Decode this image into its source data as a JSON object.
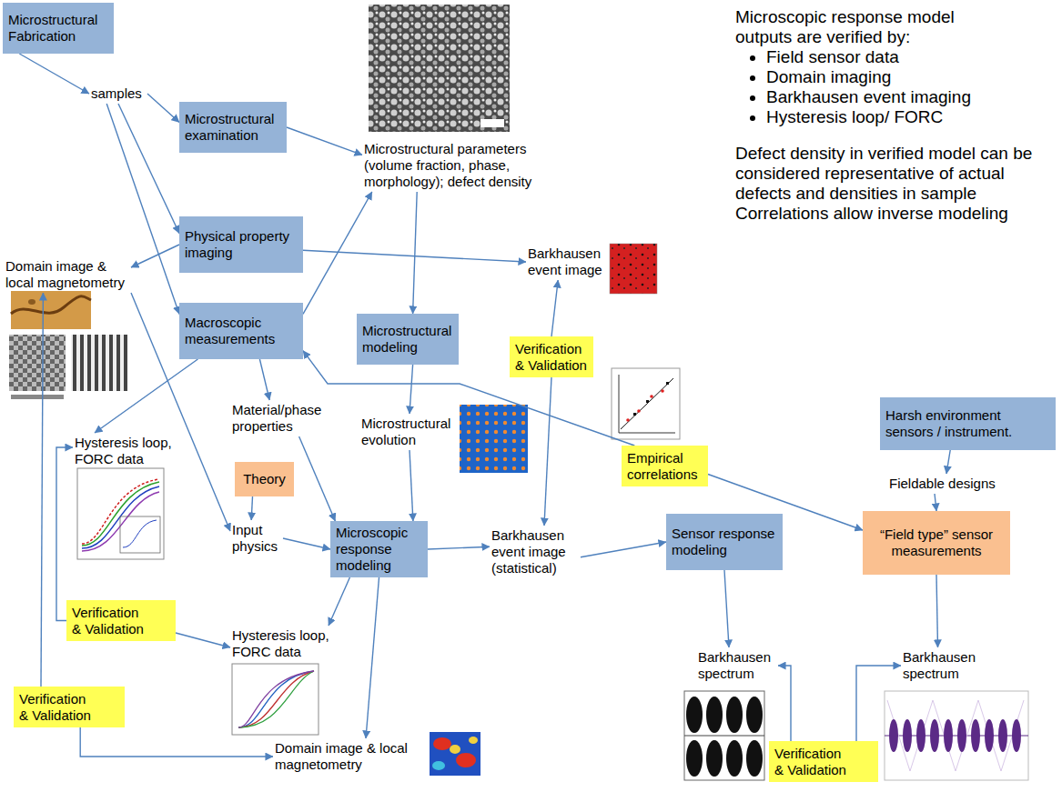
{
  "diagram": {
    "nodes": [
      {
        "text": [
          "Microstructural Fabrication"
        ]
      },
      {
        "text": [
          "samples"
        ]
      },
      {
        "text": [
          "Microstructural examination"
        ]
      },
      {
        "text": [
          "Microstructural parameters (volume fraction, phase, morphology); defect density"
        ]
      },
      {
        "text": [
          "Physical property imaging"
        ]
      },
      {
        "text": [
          "Domain image & local magnetometry"
        ]
      },
      {
        "text": [
          "Barkhausen event image"
        ]
      },
      {
        "text": [
          "Macroscopic measurements"
        ]
      },
      {
        "text": [
          "Microstructural modeling"
        ]
      },
      {
        "text": [
          "Verification & Validation"
        ]
      },
      {
        "text": [
          "Material/phase properties"
        ]
      },
      {
        "text": [
          "Microstructural evolution"
        ]
      },
      {
        "text": [
          "Empirical correlations"
        ]
      },
      {
        "text": [
          "Harsh environment sensors / instrument."
        ]
      },
      {
        "text": [
          "Fieldable designs"
        ]
      },
      {
        "text": [
          "Hysteresis loop, FORC data"
        ]
      },
      {
        "text": [
          "Theory"
        ]
      },
      {
        "text": [
          "Microscopic response modeling"
        ]
      },
      {
        "text": [
          "Input physics"
        ]
      },
      {
        "text": [
          "Barkhausen event image (statistical)"
        ]
      },
      {
        "text": [
          "Sensor response modeling"
        ]
      },
      {
        "text": [
          "“Field type” sensor measurements"
        ]
      },
      {
        "text": [
          "Verification & Validation"
        ]
      },
      {
        "text": [
          "Hysteresis loop, FORC data"
        ]
      },
      {
        "text": [
          "Verification & Validation"
        ]
      },
      {
        "text": [
          "Barkhausen spectrum"
        ]
      },
      {
        "text": [
          "Barkhausen spectrum"
        ]
      },
      {
        "text": [
          "Domain image & local magnetometry"
        ]
      },
      {
        "text": [
          "Verification & Validation"
        ]
      }
    ],
    "edges": [
      {
        "from": 0,
        "to": 1,
        "arrow": "to"
      },
      {
        "from": 1,
        "to": 2,
        "arrow": "to"
      },
      {
        "from": 1,
        "to": 4,
        "arrow": "to"
      },
      {
        "from": 1,
        "to": 7,
        "arrow": "to"
      },
      {
        "from": 2,
        "to": 3,
        "arrow": "to"
      },
      {
        "from": 4,
        "to": 5,
        "arrow": "to"
      },
      {
        "from": 4,
        "to": 6,
        "arrow": "to"
      },
      {
        "from": 7,
        "to": 3,
        "arrow": "to"
      },
      {
        "from": 3,
        "to": 8,
        "arrow": "to"
      },
      {
        "from": 8,
        "to": 11,
        "arrow": "to"
      },
      {
        "from": 11,
        "to": 17,
        "arrow": "to"
      },
      {
        "from": 7,
        "to": 10,
        "arrow": "to"
      },
      {
        "from": 7,
        "to": 15,
        "arrow": "to"
      },
      {
        "from": 10,
        "to": 17,
        "arrow": "to"
      },
      {
        "from": 16,
        "to": 18,
        "arrow": "to"
      },
      {
        "from": 5,
        "to": 18,
        "arrow": "to"
      },
      {
        "from": 18,
        "to": 17,
        "arrow": "to"
      },
      {
        "from": 17,
        "to": 19,
        "arrow": "to"
      },
      {
        "from": 17,
        "to": 23,
        "arrow": "to"
      },
      {
        "from": 17,
        "to": 27,
        "arrow": "to"
      },
      {
        "from": 19,
        "to": 20,
        "arrow": "to"
      },
      {
        "from": 20,
        "to": 25,
        "arrow": "to"
      },
      {
        "from": 13,
        "to": 14,
        "arrow": "to"
      },
      {
        "from": 14,
        "to": 21,
        "arrow": "to"
      },
      {
        "from": 21,
        "to": 26,
        "arrow": "to"
      },
      {
        "from": 12,
        "to": 7,
        "arrow": "to"
      },
      {
        "from": 12,
        "to": 21,
        "arrow": "to"
      },
      {
        "from": 9,
        "to": 6,
        "arrow": "to"
      },
      {
        "from": 9,
        "to": 19,
        "arrow": "to"
      },
      {
        "from": 22,
        "to": 15,
        "arrow": "to"
      },
      {
        "from": 22,
        "to": 23,
        "arrow": "to"
      },
      {
        "from": 24,
        "to": 5,
        "arrow": "to"
      },
      {
        "from": 24,
        "to": 27,
        "arrow": "to"
      },
      {
        "from": 28,
        "to": 25,
        "arrow": "to"
      },
      {
        "from": 28,
        "to": 26,
        "arrow": "to"
      }
    ],
    "labels": [
      "Microscopic response model outputs are verified by:",
      "Field sensor data",
      "Domain imaging",
      "Barkhausen event imaging",
      "Hysteresis loop/ FORC",
      "Defect density in verified model can be considered representative of actual defects and densities in sample",
      "Correlations allow inverse modeling"
    ]
  }
}
